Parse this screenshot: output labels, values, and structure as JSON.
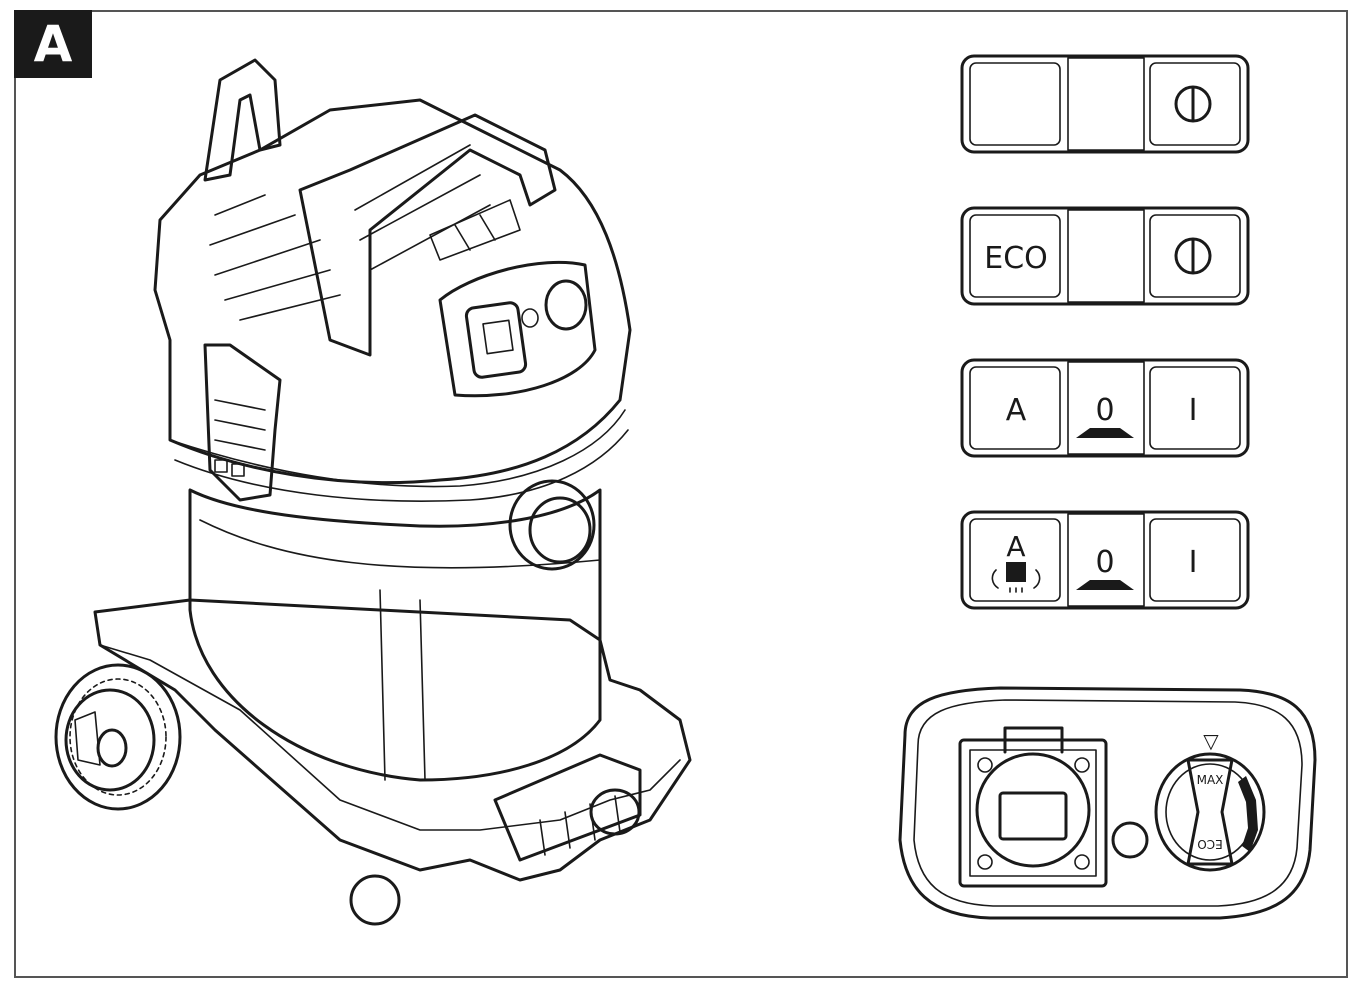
{
  "figure_label": "A",
  "panels": [
    {
      "left": "",
      "middle": "",
      "right_icon": "power-icon"
    },
    {
      "left": "ECO",
      "middle": "",
      "right_icon": "power-icon"
    },
    {
      "left": "A",
      "middle": "0",
      "right": "I"
    },
    {
      "left": "A",
      "middle": "0",
      "right": "I"
    }
  ],
  "dial": {
    "max_label": "MAX",
    "eco_label": "ECO",
    "indicator": "▽"
  },
  "colors": {
    "ink": "#1a1a1a",
    "frame": "#555555"
  }
}
